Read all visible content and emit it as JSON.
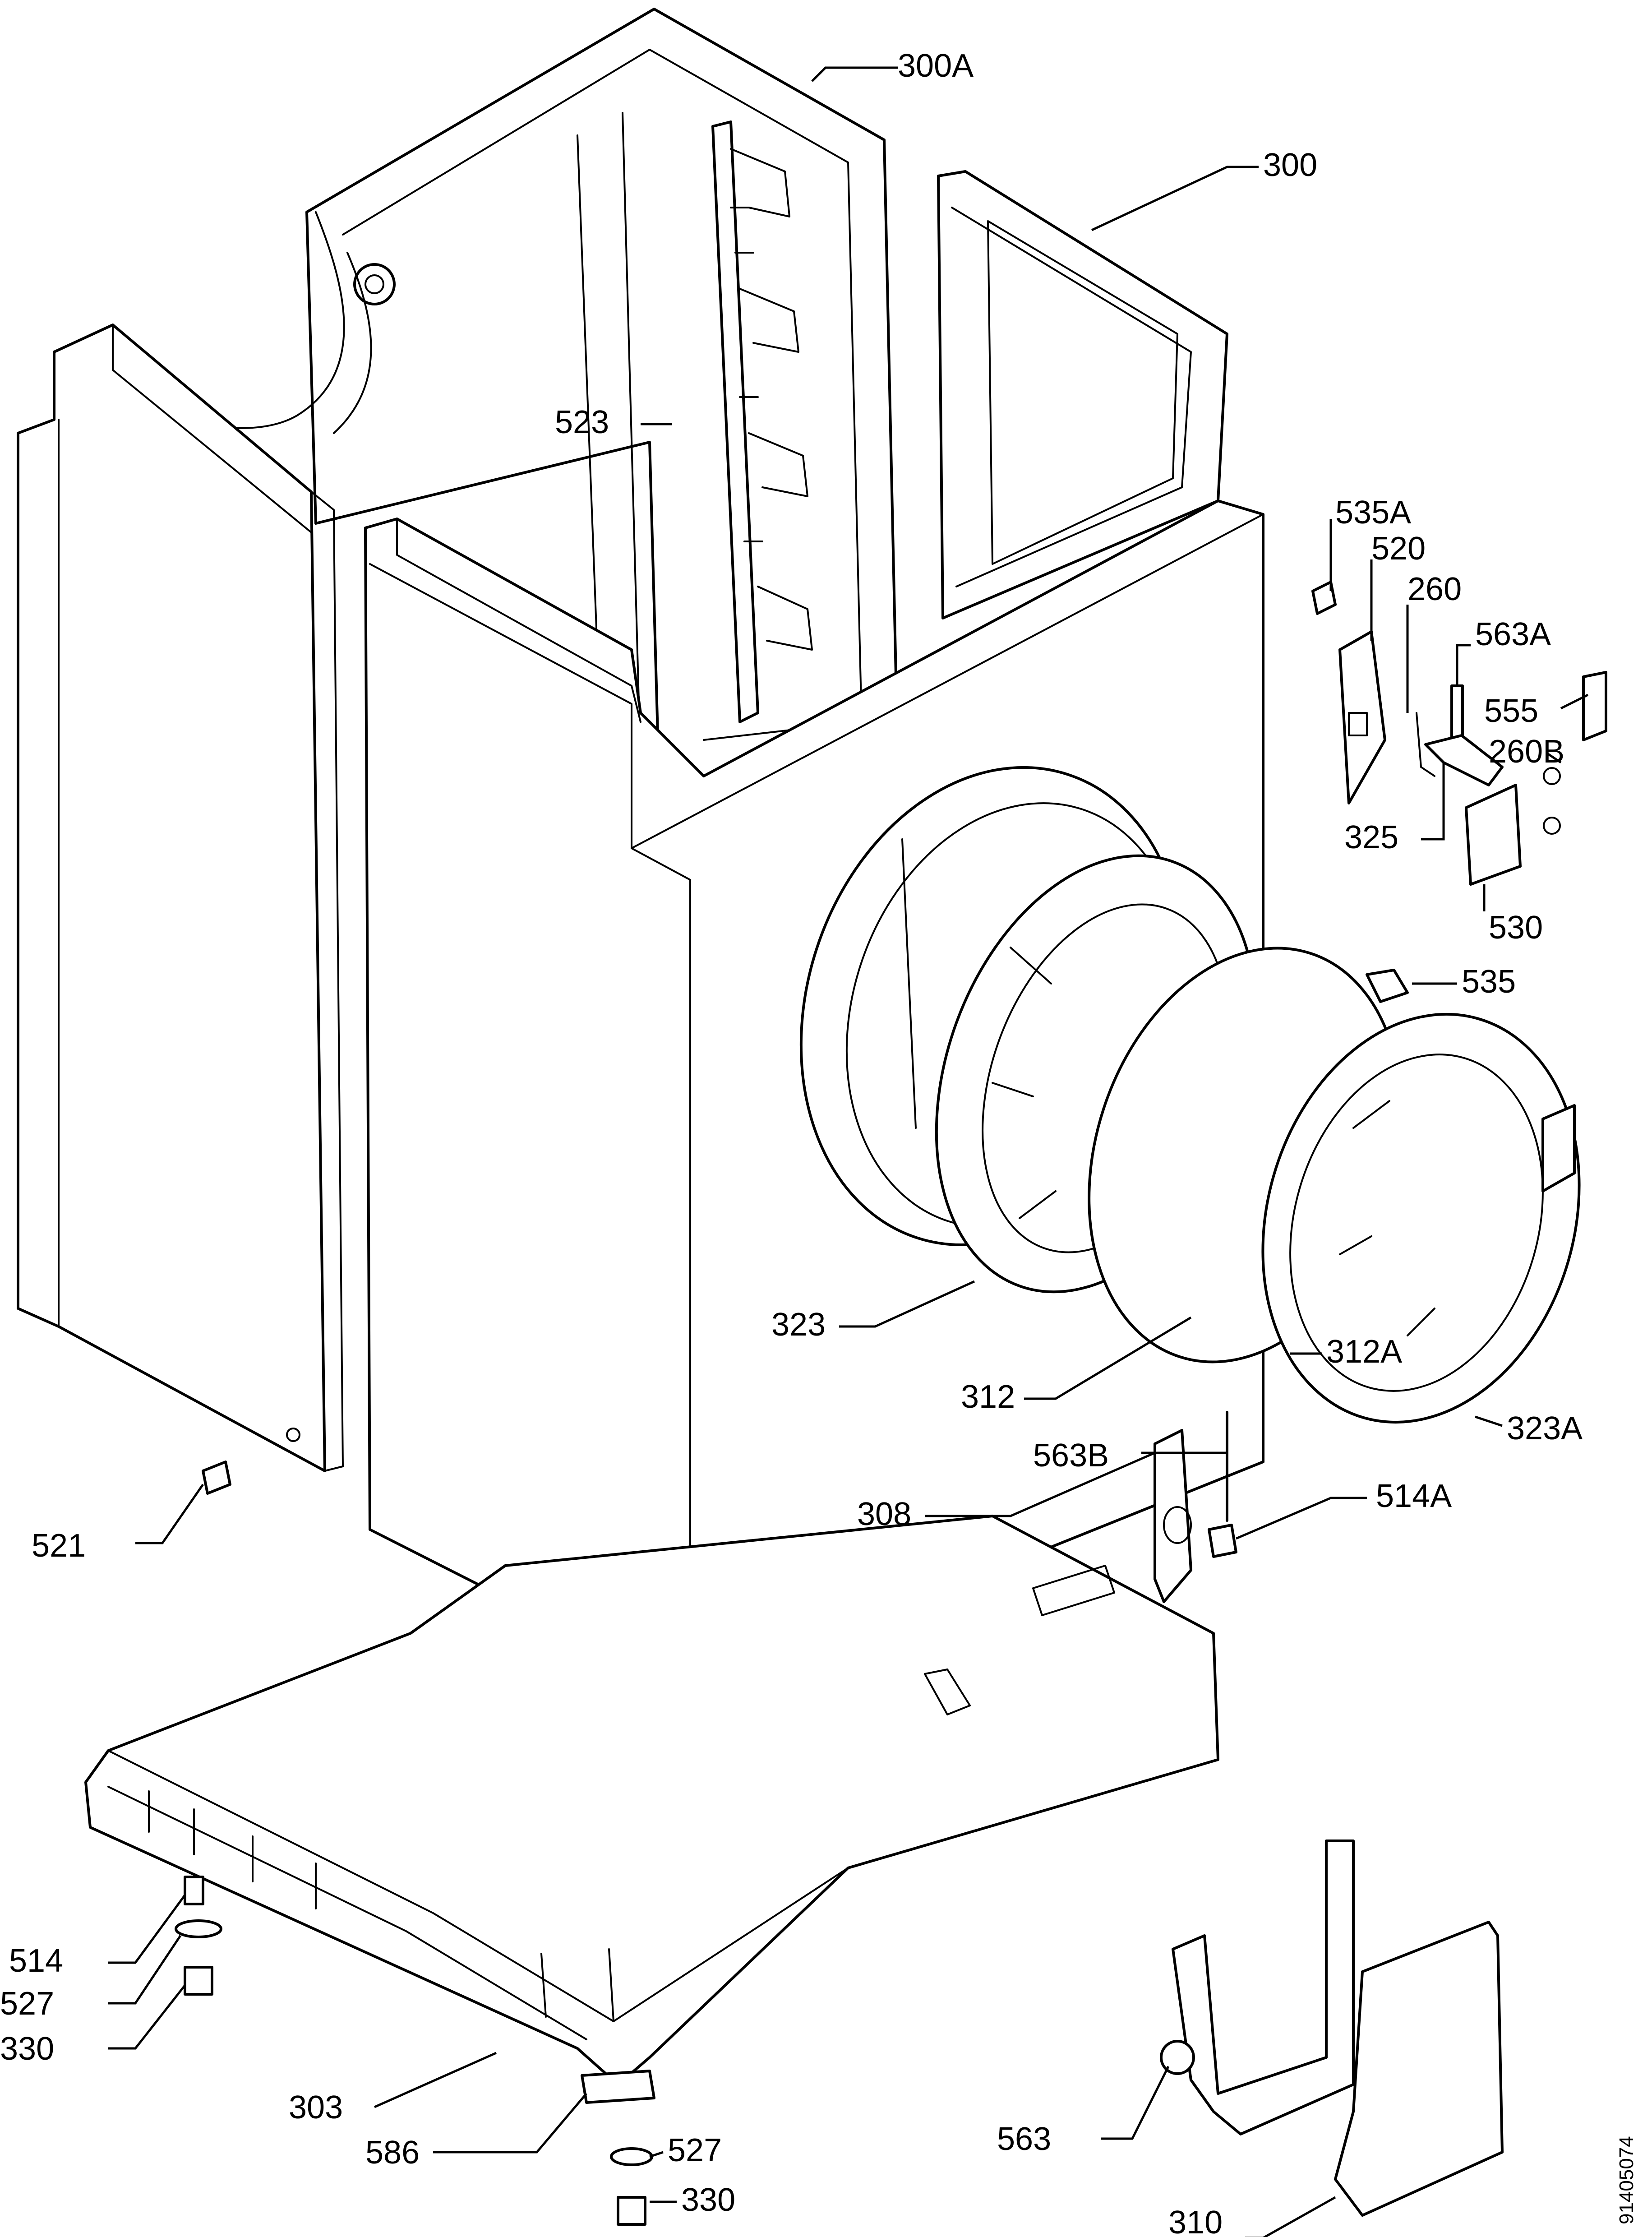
{
  "document_number": "91405074",
  "labels": {
    "l300A": "300A",
    "l300": "300",
    "l523": "523",
    "l535A": "535A",
    "l520": "520",
    "l260": "260",
    "l563A": "563A",
    "l555": "555",
    "l260B": "260B",
    "l325": "325",
    "l530": "530",
    "l535": "535",
    "l323": "323",
    "l312": "312",
    "l312A": "312A",
    "l323A": "323A",
    "l563B": "563B",
    "l308": "308",
    "l514A": "514A",
    "l521": "521",
    "l514": "514",
    "l527a": "527",
    "l330a": "330",
    "l303": "303",
    "l586": "586",
    "l527b": "527",
    "l330b": "330",
    "l563": "563",
    "l310": "310"
  }
}
